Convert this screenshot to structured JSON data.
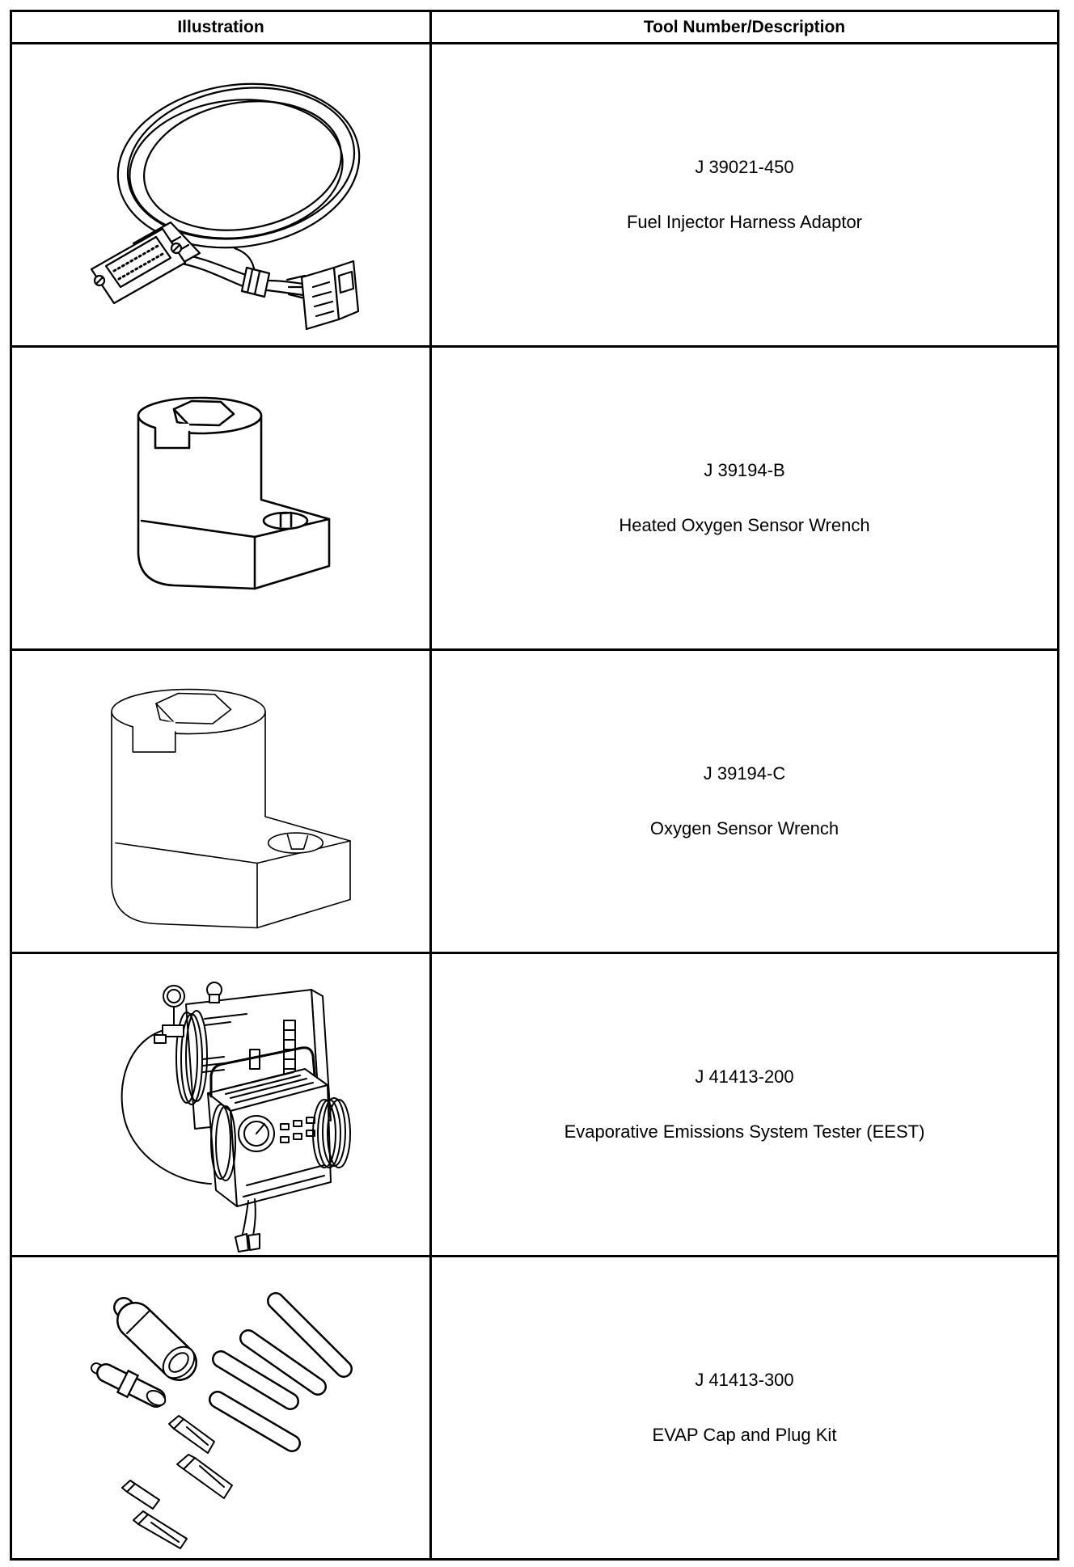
{
  "table": {
    "headers": [
      "Illustration",
      "Tool Number/Description"
    ],
    "rows": [
      {
        "tool_number": "J 39021-450",
        "description": "Fuel Injector Harness Adaptor"
      },
      {
        "tool_number": "J 39194-B",
        "description": "Heated Oxygen Sensor Wrench"
      },
      {
        "tool_number": "J 39194-C",
        "description": "Oxygen Sensor Wrench"
      },
      {
        "tool_number": "J 41413-200",
        "description": "Evaporative Emissions System Tester (EEST)"
      },
      {
        "tool_number": "J 41413-300",
        "description": "EVAP Cap and Plug Kit"
      }
    ]
  },
  "colors": {
    "border": "#000000",
    "text": "#000000",
    "background": "#ffffff"
  }
}
